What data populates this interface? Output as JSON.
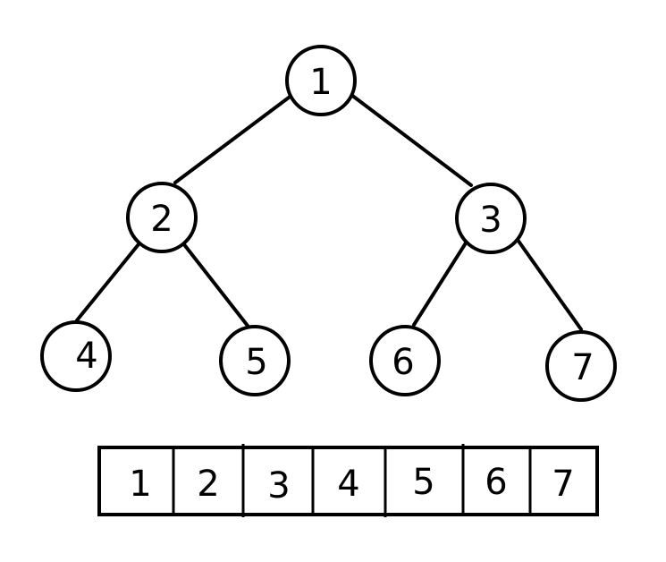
{
  "tree": {
    "nodes": [
      {
        "id": "n1",
        "label": "1"
      },
      {
        "id": "n2",
        "label": "2"
      },
      {
        "id": "n3",
        "label": "3"
      },
      {
        "id": "n4",
        "label": "4"
      },
      {
        "id": "n5",
        "label": "5"
      },
      {
        "id": "n6",
        "label": "6"
      },
      {
        "id": "n7",
        "label": "7"
      }
    ],
    "edges": [
      {
        "from": "n1",
        "to": "n2"
      },
      {
        "from": "n1",
        "to": "n3"
      },
      {
        "from": "n2",
        "to": "n4"
      },
      {
        "from": "n2",
        "to": "n5"
      },
      {
        "from": "n3",
        "to": "n6"
      },
      {
        "from": "n3",
        "to": "n7"
      }
    ]
  },
  "array": {
    "cells": [
      "1",
      "2",
      "3",
      "4",
      "5",
      "6",
      "7"
    ]
  }
}
